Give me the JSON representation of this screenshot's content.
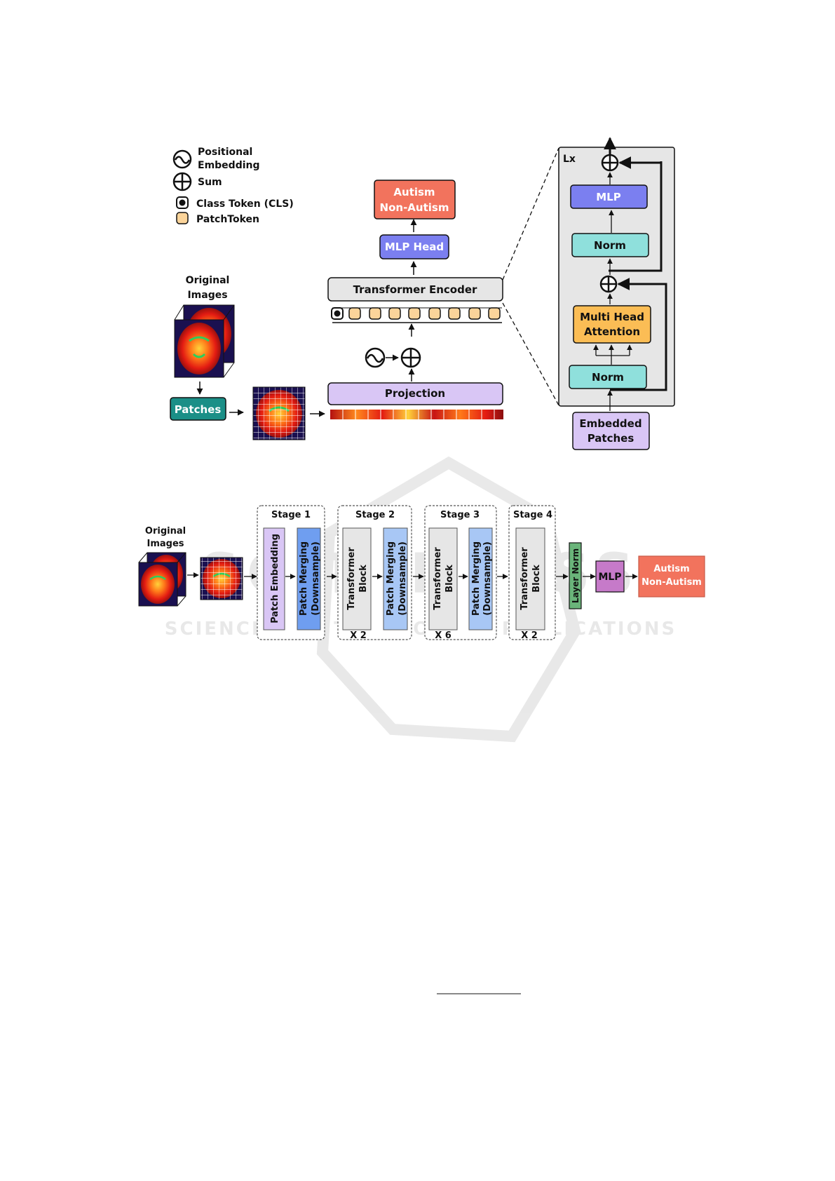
{
  "watermark": {
    "line1": "SCITEPRESS",
    "line2": "SCIENCE AND TECHNOLOGY PUBLICATIONS"
  },
  "vit": {
    "legend": {
      "positional": [
        "Positional",
        "Embedding"
      ],
      "sum": "Sum",
      "cls": "Class Token (CLS)",
      "patch": "PatchToken"
    },
    "original_images": [
      "Original",
      "Images"
    ],
    "patches": "Patches",
    "projection": "Projection",
    "encoder": "Transformer Encoder",
    "mlp_head": "MLP Head",
    "output": [
      "Autism",
      "Non-Autism"
    ],
    "detail": {
      "lx": "Lx",
      "mlp": "MLP",
      "norm_top": "Norm",
      "mha": [
        "Multi Head",
        "Attention"
      ],
      "norm_bottom": "Norm",
      "embedded": [
        "Embedded",
        "Patches"
      ]
    }
  },
  "swin": {
    "original_images": [
      "Original",
      "Images"
    ],
    "stages": [
      {
        "title": "Stage 1",
        "boxes": [
          [
            "Patch Embedding"
          ],
          [
            "Patch Merging",
            "(Downsample)"
          ]
        ],
        "repeat": ""
      },
      {
        "title": "Stage 2",
        "boxes": [
          [
            "Transformer",
            "Block"
          ],
          [
            "Patch Merging",
            "(Downsample)"
          ]
        ],
        "repeat": "X 2"
      },
      {
        "title": "Stage 3",
        "boxes": [
          [
            "Transformer",
            "Block"
          ],
          [
            "Patch Merging",
            "(Downsample)"
          ]
        ],
        "repeat": "X 6"
      },
      {
        "title": "Stage 4",
        "boxes": [
          [
            "Transformer",
            "Block"
          ]
        ],
        "repeat": "X 2"
      }
    ],
    "layer_norm": "Layer Norm",
    "mlp": "MLP",
    "output": [
      "Autism",
      "Non-Autism"
    ]
  },
  "colors": {
    "teal": "#1b8f87",
    "coral": "#f2735d",
    "blue_violet": "#7b7ff0",
    "cyan": "#8fe0dc",
    "orange": "#fbbd55",
    "lavender": "#d9c6f5",
    "gray_box": "#e6e6e6",
    "token": "#fbd49a",
    "green": "#6ab47a",
    "magenta": "#c67ac9",
    "light_blue": "#a8c7f5",
    "mid_blue": "#6f9ef0"
  }
}
